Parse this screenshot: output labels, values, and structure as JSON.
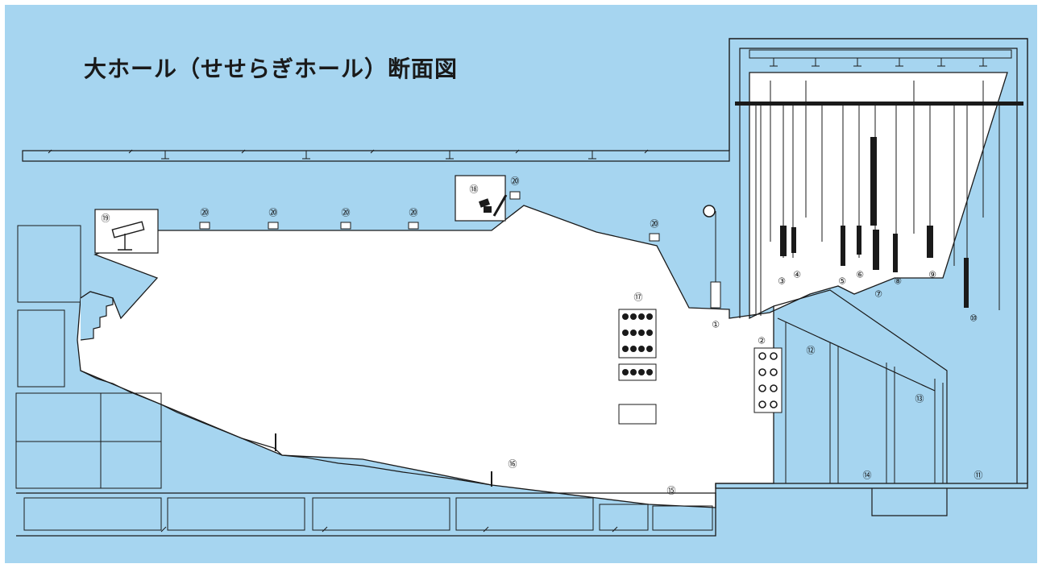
{
  "title": "大ホール（せせらぎホール）断面図",
  "labels": [
    {
      "id": "1",
      "text": "①"
    },
    {
      "id": "2",
      "text": "②"
    },
    {
      "id": "3",
      "text": "③"
    },
    {
      "id": "4",
      "text": "④"
    },
    {
      "id": "5",
      "text": "⑤"
    },
    {
      "id": "6",
      "text": "⑥"
    },
    {
      "id": "7",
      "text": "⑦"
    },
    {
      "id": "8",
      "text": "⑧"
    },
    {
      "id": "9",
      "text": "⑨"
    },
    {
      "id": "10",
      "text": "⑩"
    },
    {
      "id": "11",
      "text": "⑪"
    },
    {
      "id": "12",
      "text": "⑫"
    },
    {
      "id": "13",
      "text": "⑬"
    },
    {
      "id": "14",
      "text": "⑭"
    },
    {
      "id": "15",
      "text": "⑮"
    },
    {
      "id": "16",
      "text": "⑯"
    },
    {
      "id": "17",
      "text": "⑰"
    },
    {
      "id": "18",
      "text": "⑱"
    },
    {
      "id": "19",
      "text": "⑲"
    },
    {
      "id": "20a",
      "text": "⑳"
    },
    {
      "id": "20b",
      "text": "⑳"
    },
    {
      "id": "20c",
      "text": "⑳"
    },
    {
      "id": "20d",
      "text": "⑳"
    },
    {
      "id": "20e",
      "text": "⑳"
    },
    {
      "id": "20f",
      "text": "⑳"
    }
  ],
  "colors": {
    "background": "#a6d5f0",
    "interior": "#ffffff",
    "line": "#1a1a1a"
  }
}
